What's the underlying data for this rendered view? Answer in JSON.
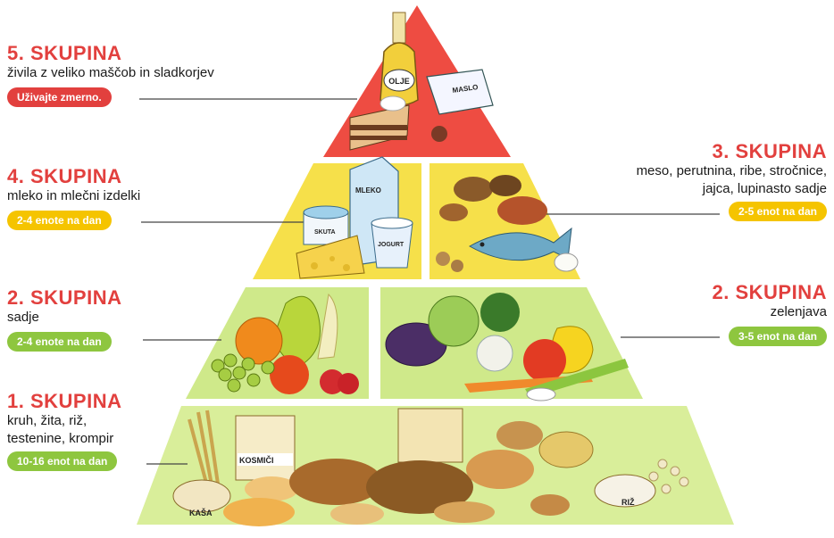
{
  "groups": {
    "g5": {
      "title": "5. SKUPINA",
      "desc1": "živila z veliko maščob in sladkorjev",
      "pill": "Uživajte zmerno.",
      "color": "#e2403e"
    },
    "g4": {
      "title": "4. SKUPINA",
      "desc1": "mleko in mlečni izdelki",
      "pill": "2-4 enote na dan",
      "color": "#f5c400"
    },
    "g3": {
      "title": "3. SKUPINA",
      "desc1": "meso, perutnina, ribe, stročnice,",
      "desc2": "jajca, lupinasto sadje",
      "pill": "2-5 enot na dan",
      "color": "#f5c400"
    },
    "g2a": {
      "title": "2. SKUPINA",
      "desc1": "sadje",
      "pill": "2-4 enote na dan",
      "color": "#8ec63f"
    },
    "g2b": {
      "title": "2. SKUPINA",
      "desc1": "zelenjava",
      "pill": "3-5 enot na dan",
      "color": "#8ec63f"
    },
    "g1": {
      "title": "1. SKUPINA",
      "desc1": "kruh, žita, riž,",
      "desc2": "testenine, krompir",
      "pill": "10-16 enot na dan",
      "color": "#8ec63f"
    }
  },
  "food_labels": {
    "olje": "OLJE",
    "maslo": "MASLO",
    "mleko": "MLEKO",
    "jogurt": "JOGURT",
    "skuta": "SKUTA",
    "kosmici": "KOSMIČI",
    "kasa": "KAŠA",
    "riz": "RIŽ"
  },
  "colors": {
    "red_tier": "#ee4c42",
    "yellow_tier": "#f6e04a",
    "green_tier": "#cfe98a",
    "bottom_tier": "#d9ee9a"
  }
}
